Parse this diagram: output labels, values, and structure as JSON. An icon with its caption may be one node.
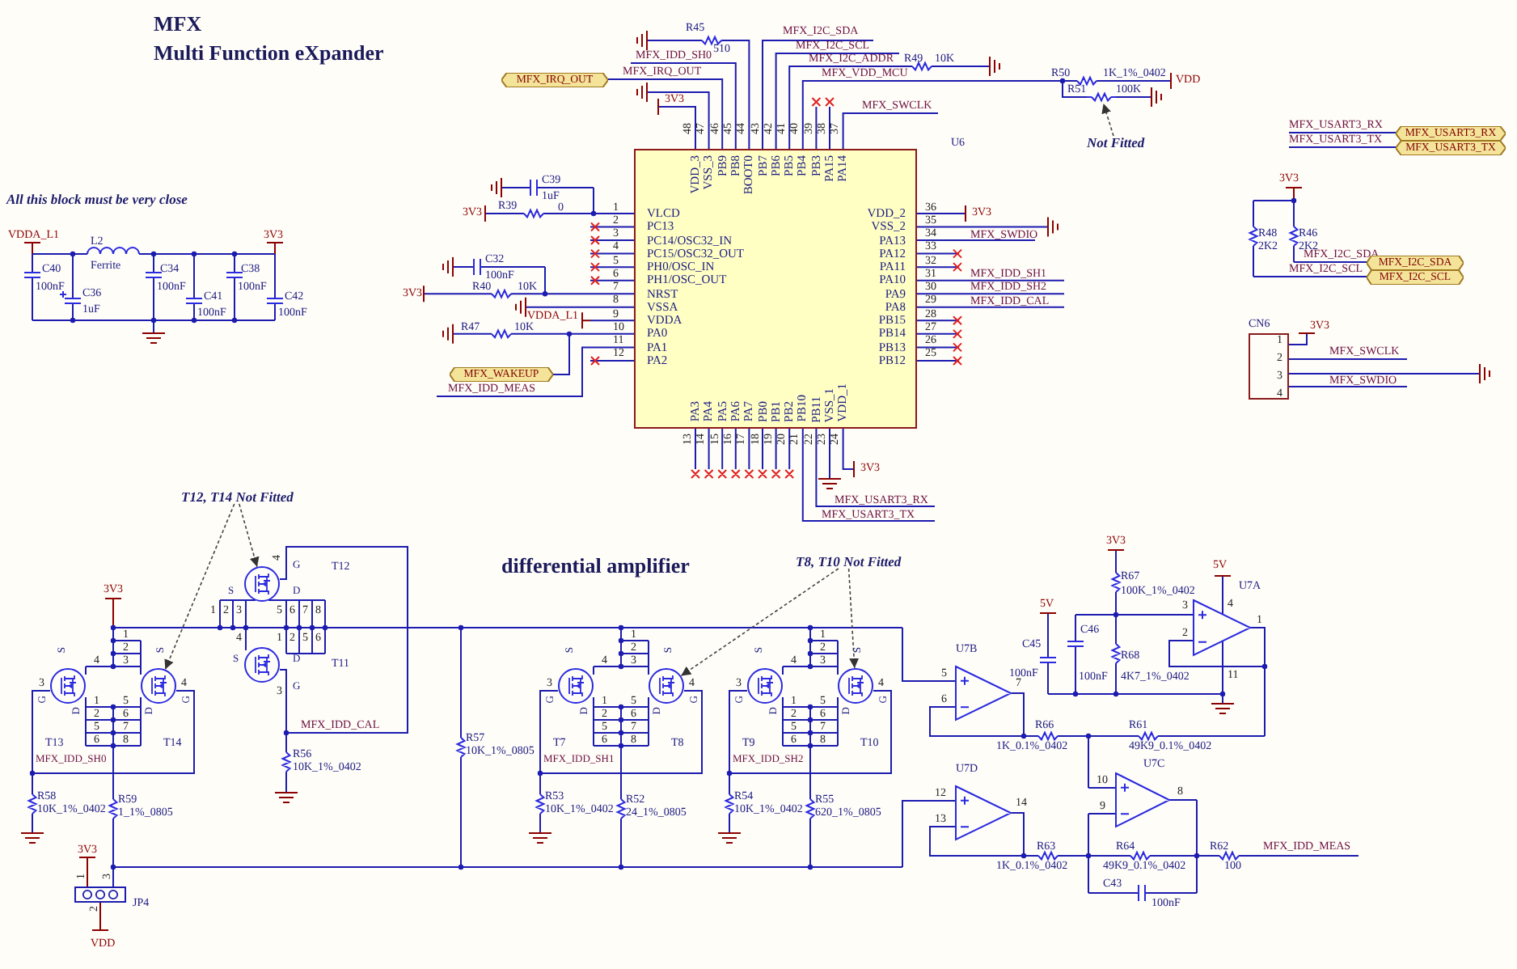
{
  "diagram": {
    "title": "MFX",
    "nodes": [
      {
        "text": [
          "MFX_IRQ_OUT"
        ]
      },
      {
        "text": [
          "VLCD",
          "PC13",
          "PC14/OSC32_IN",
          "PC15/OSC32_OUT",
          "PH0/OSC_IN",
          "PH1/OSC_OUT",
          "NRST",
          "VSSA",
          "VDDA",
          "PA0",
          "PA1",
          "PA2",
          "VDD_2",
          "VSS_2",
          "PA13",
          "PA12",
          "PA11",
          "PA10",
          "PA9",
          "PA8",
          "PB15",
          "PB14",
          "PB13",
          "PB12",
          "VDD_3",
          "VSS_3",
          "PB9",
          "PB8",
          "BOOT0",
          "PB7",
          "PB6",
          "PB5",
          "PB4",
          "PB3",
          "PA15",
          "PA14",
          "PA3",
          "PA4",
          "PA5",
          "PA6",
          "PA7",
          "PB0",
          "PB1",
          "PB2",
          "PB10",
          "PB11",
          "VSS_1",
          "VDD_1"
        ],
        "beside": [
          "U6"
        ]
      },
      {
        "text": [],
        "shape": "resistor"
      },
      {
        "text": [
          "Not Fitted"
        ]
      },
      {
        "text": [
          "MFX_USART3_RX"
        ]
      },
      {
        "text": [
          "MFX_USART3_TX"
        ]
      },
      {
        "text": [
          "MFX_I2C_SDA"
        ]
      },
      {
        "text": [
          "MFX_I2C_SCL"
        ]
      },
      {
        "text": [
          "MFX_WAKEUP"
        ]
      },
      {
        "text": [
          "1",
          "2",
          "3",
          "4"
        ],
        "beside": [
          "CN6"
        ]
      },
      {
        "text": [
          "T12, T14 Not Fitted"
        ]
      },
      {
        "text": [
          "T8, T10 Not Fitted"
        ]
      },
      {
        "text": [],
        "shape": "circle"
      },
      {
        "text": [],
        "shape": "circle"
      },
      {
        "text": [],
        "shape": "circle"
      },
      {
        "text": [],
        "shape": "circle"
      },
      {
        "text": [],
        "shape": "circle"
      },
      {
        "text": [],
        "shape": "circle"
      },
      {
        "text": [],
        "shape": "circle"
      },
      {
        "text": [],
        "shape": "circle"
      },
      {
        "text": [],
        "shape": "box",
        "beside": [
          "JP4"
        ]
      }
    ],
    "edges": [
      {
        "from": 3,
        "to": 2,
        "arrow": "to",
        "style": "dashed"
      },
      {
        "from": 10,
        "to": 14,
        "arrow": "to",
        "style": "dashed"
      },
      {
        "from": 10,
        "to": 13,
        "arrow": "to",
        "style": "dashed"
      },
      {
        "from": 11,
        "to": 17,
        "arrow": "to",
        "style": "dashed"
      },
      {
        "from": 11,
        "to": 19,
        "arrow": "to",
        "style": "dashed"
      }
    ],
    "labels": [
      "Multi Function eXpander",
      "All this block must be very close",
      "VDDA_L1",
      "L2",
      "Ferrite",
      "3V3",
      "C40",
      "100nF",
      "C36",
      "1uF",
      "C34",
      "100nF",
      "C41",
      "100nF",
      "C38",
      "100nF",
      "C42",
      "100nF",
      "C39",
      "1uF",
      "3V3",
      "R39",
      "0",
      "C32",
      "100nF",
      "3V3",
      "R40",
      "10K",
      "VDDA_L1",
      "R47",
      "10K",
      "MFX_IDD_MEAS",
      "1",
      "2",
      "3",
      "4",
      "5",
      "6",
      "7",
      "8",
      "9",
      "10",
      "11",
      "12",
      "36",
      "35",
      "34",
      "33",
      "32",
      "31",
      "30",
      "29",
      "28",
      "27",
      "26",
      "25",
      "48",
      "47",
      "46",
      "45",
      "44",
      "43",
      "42",
      "41",
      "40",
      "39",
      "38",
      "37",
      "13",
      "14",
      "15",
      "16",
      "17",
      "18",
      "19",
      "20",
      "21",
      "22",
      "23",
      "24",
      "R45",
      "510",
      "MFX_IDD_SH0",
      "MFX_IRQ_OUT",
      "3V3",
      "MFX_I2C_SDA",
      "MFX_I2C_SCL",
      "MFX_I2C_ADDR",
      "R49",
      "10K",
      "MFX_VDD_MCU",
      "MFX_SWCLK",
      "R50",
      "1K_1%_0402",
      "R51",
      "100K",
      "VDD",
      "3V3",
      "MFX_SWDIO",
      "MFX_IDD_SH1",
      "MFX_IDD_SH2",
      "MFX_IDD_CAL",
      "3V3",
      "MFX_USART3_RX",
      "MFX_USART3_TX",
      "MFX_USART3_RX",
      "MFX_USART3_TX",
      "3V3",
      "R48",
      "2K2",
      "R46",
      "2K2",
      "MFX_I2C_SDA",
      "MFX_I2C_SCL",
      "3V3",
      "MFX_SWCLK",
      "MFX_SWDIO",
      "3V3",
      "G",
      "T12",
      "S",
      "D",
      "S",
      "D",
      "T11",
      "G",
      "MFX_IDD_CAL",
      "R56",
      "10K_1%_0402",
      "T13",
      "T14",
      "MFX_IDD_SH0",
      "R58",
      "10K_1%_0402",
      "R59",
      "1_1%_0805",
      "3V3",
      "VDD",
      "R57",
      "10K_1%_0805",
      "differential amplifier",
      "T7",
      "T8",
      "MFX_IDD_SH1",
      "R53",
      "10K_1%_0402",
      "R52",
      "24_1%_0805",
      "T9",
      "T10",
      "MFX_IDD_SH2",
      "R54",
      "10K_1%_0402",
      "R55",
      "620_1%_0805",
      "U7B",
      "5",
      "6",
      "7",
      "U7D",
      "12",
      "13",
      "14",
      "R66",
      "1K_0.1%_0402",
      "R61",
      "49K9_0.1%_0402",
      "U7C",
      "10",
      "9",
      "8",
      "R63",
      "1K_0.1%_0402",
      "R64",
      "49K9_0.1%_0402",
      "R62",
      "100",
      "MFX_IDD_MEAS",
      "C43",
      "100nF",
      "3V3",
      "R67",
      "100K_1%_0402",
      "R68",
      "4K7_1%_0402",
      "5V",
      "C45",
      "C46",
      "100nF",
      "100nF",
      "5V",
      "U7A",
      "3",
      "2",
      "1",
      "4",
      "11",
      "1",
      "2",
      "3",
      "1",
      "2",
      "S",
      "4",
      "3",
      "S",
      "3",
      "1",
      "5",
      "4",
      "G",
      "D",
      "2",
      "6",
      "D",
      "G",
      "5",
      "7",
      "6",
      "8",
      "1",
      "2",
      "S",
      "4",
      "3",
      "S",
      "3",
      "1",
      "5",
      "4",
      "G",
      "D",
      "2",
      "6",
      "D",
      "G",
      "5",
      "7",
      "6",
      "8",
      "1",
      "2",
      "S",
      "4",
      "3",
      "S",
      "3",
      "1",
      "5",
      "4",
      "G",
      "D",
      "2",
      "6",
      "D",
      "G",
      "5",
      "7",
      "6",
      "8",
      "4",
      "1",
      "2",
      "3",
      "5",
      "6",
      "7",
      "8",
      "4",
      "1",
      "2",
      "5",
      "6",
      "3"
    ]
  }
}
